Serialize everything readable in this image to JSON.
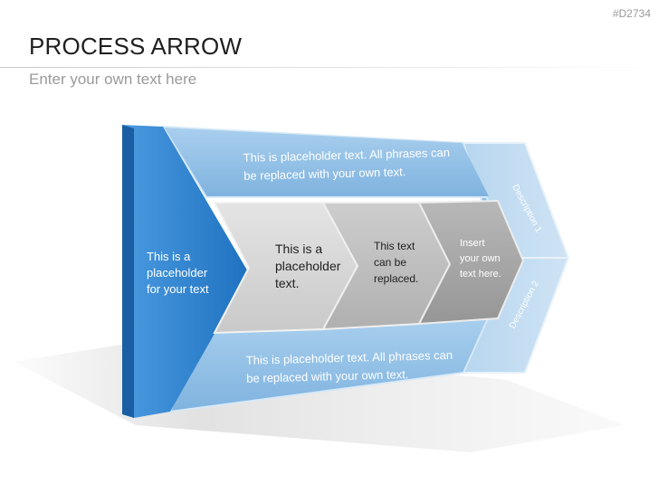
{
  "slide": {
    "code": "#D2734",
    "title": "PROCESS ARROW",
    "subtitle": "Enter your own text here"
  },
  "diagram": {
    "left_block": [
      "This is a",
      "placeholder",
      "for your text"
    ],
    "top_band": [
      "This is placeholder text. All phrases can",
      "be replaced with your own text."
    ],
    "bottom_band": [
      "This is placeholder text. All phrases can",
      "be replaced with your own text."
    ],
    "chevrons": [
      [
        "This is a",
        "placeholder",
        "text."
      ],
      [
        "This text",
        "can be",
        "replaced."
      ],
      [
        "Insert",
        "your own",
        "text here."
      ]
    ],
    "descriptions": [
      "Description 1",
      "Description 2"
    ],
    "colors": {
      "left_blue": "#2f86cf",
      "band_blue": "#8dbde3",
      "chevron_light": "#d6d6d6",
      "chevron_mid": "#bdbdbd",
      "chevron_dark": "#a4a4a4"
    }
  }
}
